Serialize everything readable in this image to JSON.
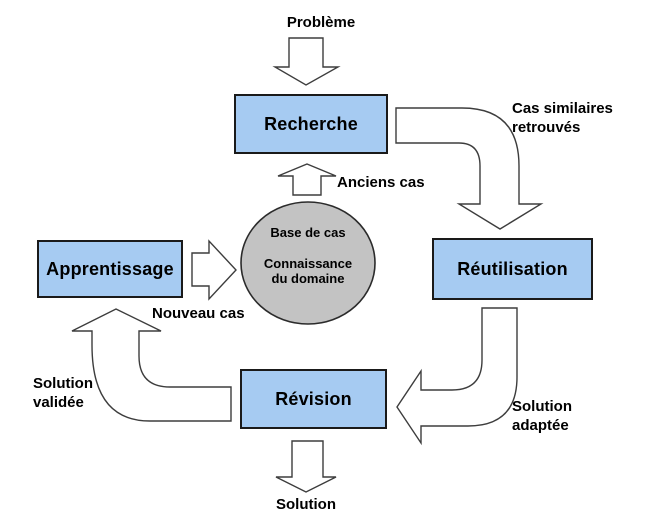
{
  "diagram": {
    "type": "flow-cycle",
    "colors": {
      "box_fill": "#a6cbf2",
      "box_border": "#1a1a1a",
      "ellipse_fill": "#c3c3c3",
      "ellipse_border": "#2b2b2b",
      "arrow_fill": "#ffffff",
      "arrow_stroke": "#3d3d3d",
      "text": "#000000",
      "background": "#ffffff"
    },
    "boxes": {
      "recherche": "Recherche",
      "reutilisation": "Réutilisation",
      "revision": "Révision",
      "apprentissage": "Apprentissage"
    },
    "knowledge_base": {
      "line1": "Base de cas",
      "line2": "Connaissance\ndu domaine"
    },
    "labels": {
      "probleme": "Problème",
      "cas_similaires": "Cas similaires\nretrouvés",
      "anciens_cas": "Anciens cas",
      "nouveau_cas": "Nouveau cas",
      "solution_validee": "Solution\nvalidée",
      "solution_adaptee": "Solution\nadaptée",
      "solution": "Solution"
    },
    "arrows": [
      {
        "name": "probleme-to-recherche",
        "from": "Problème",
        "to": "Recherche",
        "label": ""
      },
      {
        "name": "recherche-to-reutilisation",
        "from": "Recherche",
        "to": "Réutilisation",
        "label": "Cas similaires retrouvés"
      },
      {
        "name": "reutilisation-to-revision",
        "from": "Réutilisation",
        "to": "Révision",
        "label": "Solution adaptée"
      },
      {
        "name": "revision-to-solution",
        "from": "Révision",
        "to": "Solution",
        "label": ""
      },
      {
        "name": "revision-to-apprentissage",
        "from": "Révision",
        "to": "Apprentissage",
        "label": "Solution validée"
      },
      {
        "name": "apprentissage-to-base",
        "from": "Apprentissage",
        "to": "Base de cas",
        "label": "Nouveau cas"
      },
      {
        "name": "base-to-recherche",
        "from": "Base de cas",
        "to": "Recherche",
        "label": "Anciens cas"
      }
    ]
  }
}
